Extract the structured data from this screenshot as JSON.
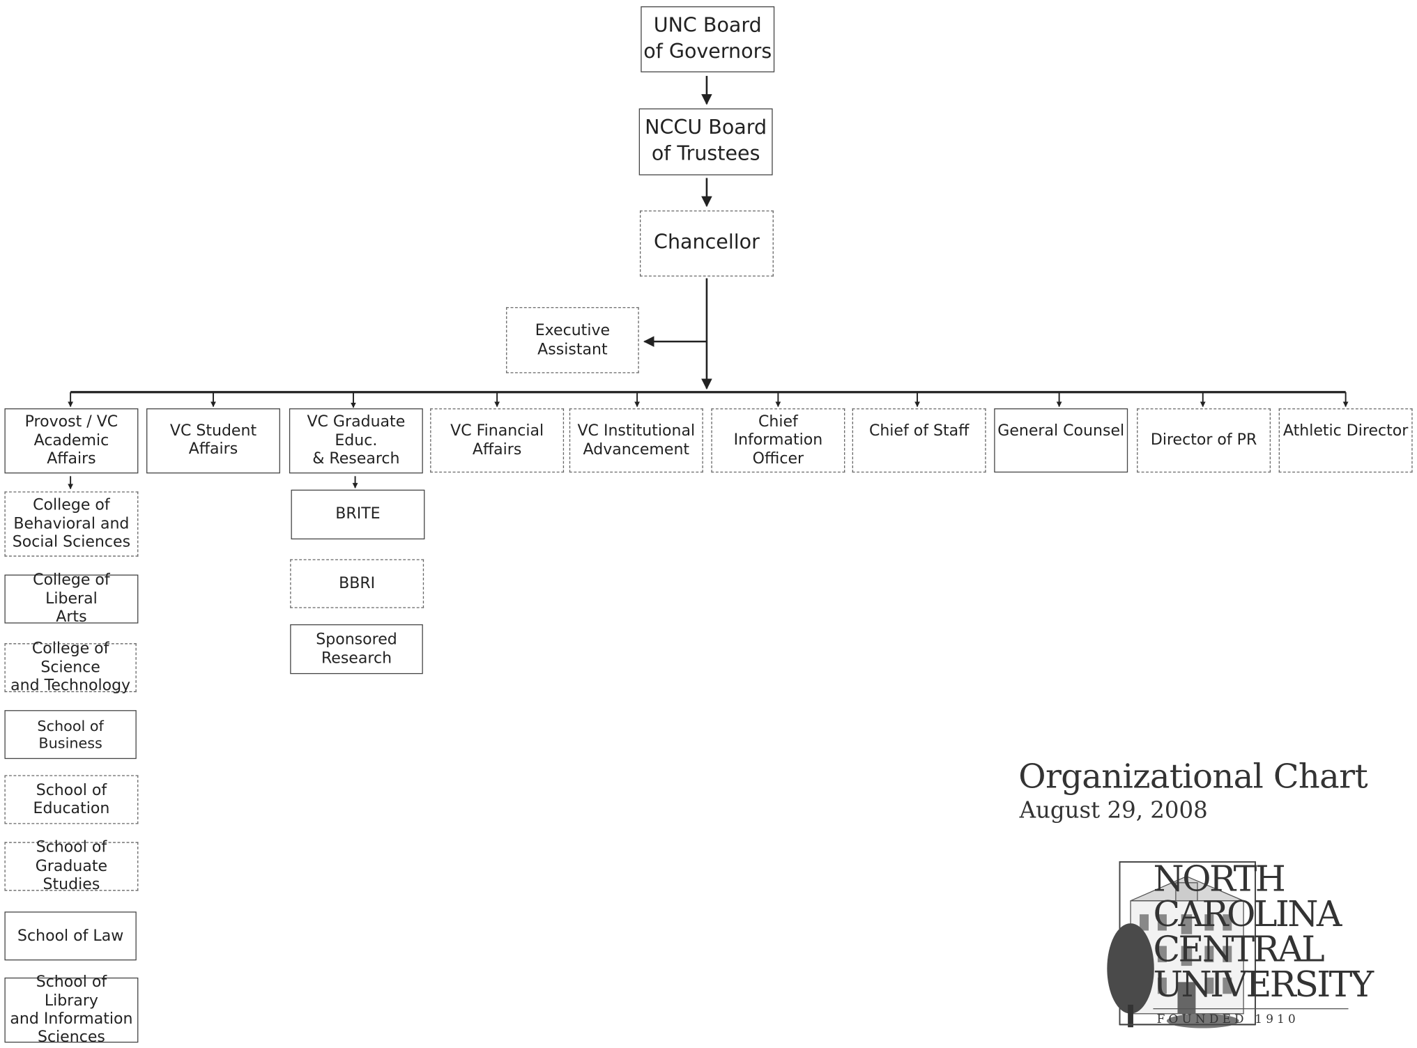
{
  "chart": {
    "governance": {
      "unc_board": "UNC Board\nof  Governors",
      "nccu_board": "NCCU Board\nof Trustees",
      "chancellor": "Chancellor",
      "executive_assistant": "Executive\nAssistant"
    },
    "direct_reports": [
      "Provost / VC\nAcademic Affairs",
      "VC Student Affairs",
      "VC Graduate Educ.\n& Research",
      "VC Financial\nAffairs",
      "VC  Institutional\nAdvancement",
      "Chief Information\nOfficer",
      "Chief of Staff",
      "General Counsel",
      "Director of PR",
      "Athletic Director"
    ],
    "academic_units": [
      "College of\nBehavioral and\nSocial Sciences",
      "College of Liberal\nArts",
      "College of Science\nand Technology",
      "School of Business",
      "School of\nEducation",
      "School of\nGraduate Studies",
      "School of Law",
      "School of Library\nand Information\nSciences"
    ],
    "research_units": [
      "BRITE",
      "BBRI",
      "Sponsored\nResearch"
    ]
  },
  "footer": {
    "title": "Organizational Chart",
    "date": "August 29, 2008",
    "logo": {
      "line1": "North",
      "line2": "Carolina",
      "line3": "Central",
      "line4": "University",
      "founded": "FOUNDED 1910"
    }
  }
}
